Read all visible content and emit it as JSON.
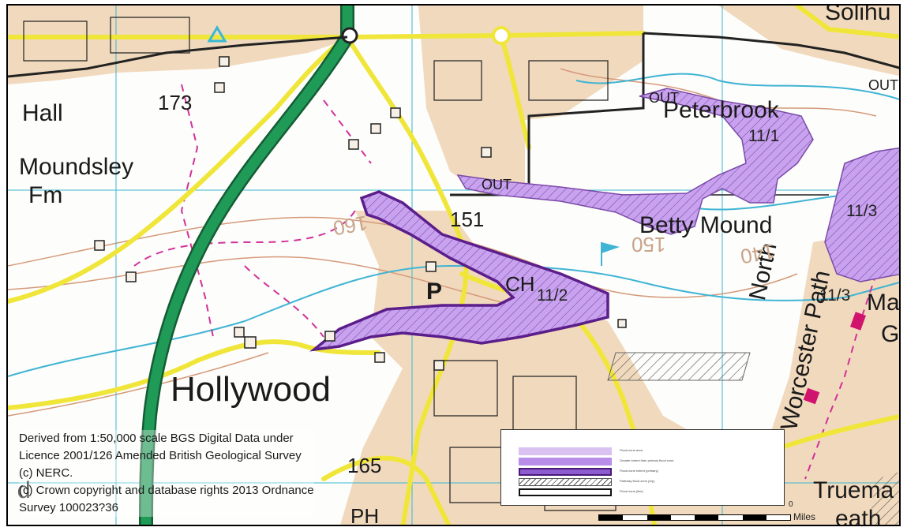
{
  "map": {
    "places": {
      "hollywood": "Hollywood",
      "moundsley": "Moundsley",
      "fm": "Fm",
      "hall": "Hall",
      "peterbrook": "Peterbrook",
      "betty_mound": "Betty Mound",
      "north": "North",
      "worcester_path": "Worcester Path",
      "solihull": "Solihu",
      "trueman_heath": "Truema",
      "heath": "eath",
      "ph": "PH",
      "p": "P",
      "ch": "CH",
      "out_top": "OUT",
      "out_mid": "OUT",
      "out_right": "OUT",
      "ma": "Ma",
      "g": "G",
      "d": "d"
    },
    "spot_heights": {
      "h173": "173",
      "h151": "151",
      "h165": "165"
    },
    "contours": {
      "c160": "160",
      "c150": "150",
      "c140": "140"
    },
    "zones": {
      "z11_1": "11/1",
      "z11_2": "11/2",
      "z11_3a": "11/3",
      "z11_3b": "11/3"
    },
    "colors": {
      "settlement": "#f1d9bd",
      "flood_zone": "#c9a2ef",
      "flood_outline": "#5a1d8a",
      "grid": "#39b8d3",
      "a_road": "#1f9a57",
      "minor_road": "#f0e63a",
      "river": "#3fb4d4",
      "footpath": "#d2309a",
      "contour": "#d59a7a"
    }
  },
  "credits": {
    "line1": "Derived from 1:50,000 scale BGS Digital Data under",
    "line2": "Licence 2001/126 Amended British Geological Survey",
    "line3": "(c) NERC.",
    "line4": "(c) Crown copyright and database rights 2013 Ordnance",
    "line5": "Survey 100023?36"
  },
  "legend": {
    "items": [
      {
        "text": "Flood zone area",
        "swatch": "#d9c2f2"
      },
      {
        "text": "Greater extent than primary flood zone",
        "swatch": "#b98ee8"
      },
      {
        "text": "Flood zone extent (primary)",
        "swatch": "#8e5ad0"
      },
      {
        "text": "Pathway flood zone (dry)",
        "swatch": "#ffffff"
      },
      {
        "text": "Flood zone (line)",
        "swatch": "#ffffff"
      }
    ]
  },
  "scale": {
    "zero": "0",
    "unit": "Miles"
  }
}
